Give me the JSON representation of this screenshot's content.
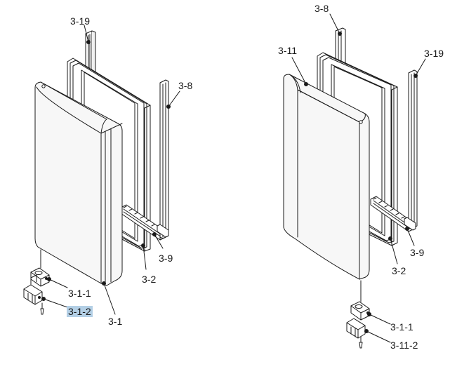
{
  "diagram": {
    "left_assembly": {
      "labels": [
        {
          "id": "l-3-19",
          "text": "3-19"
        },
        {
          "id": "l-3-8",
          "text": "3-8"
        },
        {
          "id": "l-3-9",
          "text": "3-9"
        },
        {
          "id": "l-3-2",
          "text": "3-2"
        },
        {
          "id": "l-3-1-1",
          "text": "3-1-1"
        },
        {
          "id": "l-3-1-2",
          "text": "3-1-2"
        },
        {
          "id": "l-3-1",
          "text": "3-1"
        }
      ]
    },
    "right_assembly": {
      "labels": [
        {
          "id": "r-3-8",
          "text": "3-8"
        },
        {
          "id": "r-3-11",
          "text": "3-11"
        },
        {
          "id": "r-3-19",
          "text": "3-19"
        },
        {
          "id": "r-3-9",
          "text": "3-9"
        },
        {
          "id": "r-3-2",
          "text": "3-2"
        },
        {
          "id": "r-3-1-1",
          "text": "3-1-1"
        },
        {
          "id": "r-3-11-2",
          "text": "3-11-2"
        }
      ]
    },
    "highlighted_label": "3-1-2",
    "highlight_color": "#b3cfe5",
    "line_color": "#1a1a1a",
    "part_fill_color": "#f4f4f4"
  }
}
